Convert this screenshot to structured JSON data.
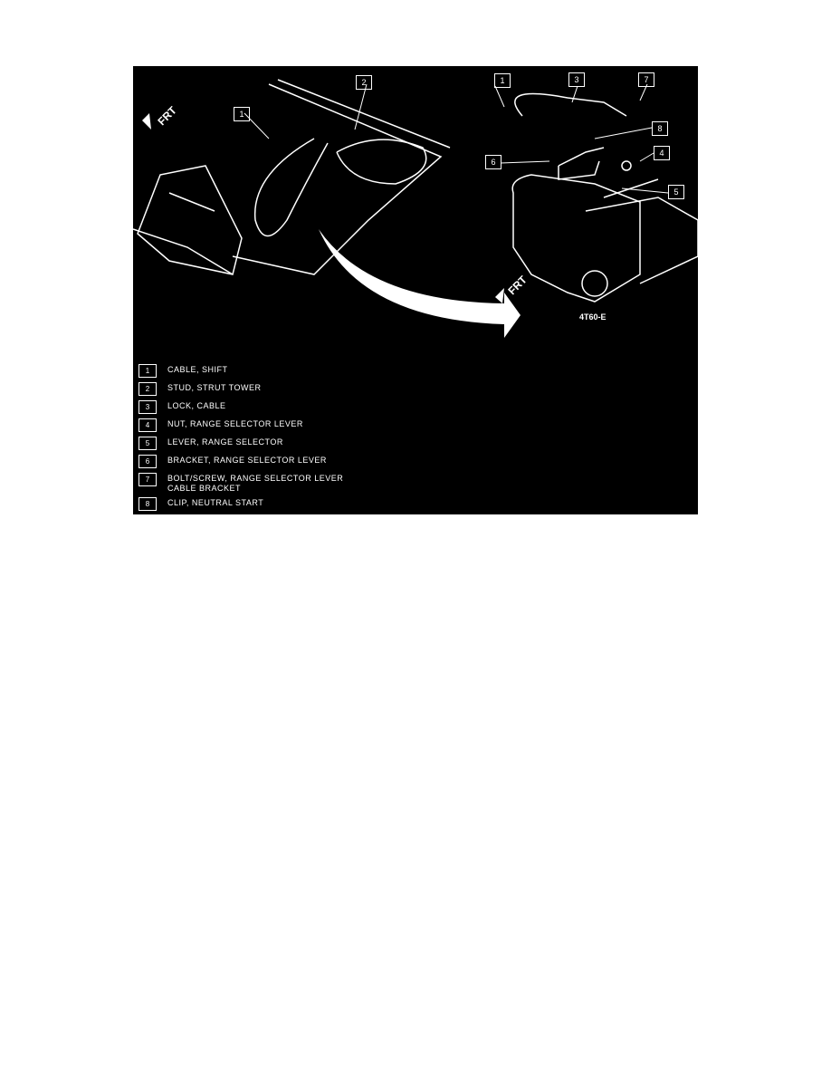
{
  "figure": {
    "left_callouts": [
      "1",
      "2"
    ],
    "right_callouts": [
      "1",
      "3",
      "7",
      "8",
      "6",
      "4",
      "5"
    ],
    "frt_label": "FRT",
    "model_label": "4T60-E",
    "legend": [
      {
        "num": "1",
        "text": "CABLE, SHIFT"
      },
      {
        "num": "2",
        "text": "STUD, STRUT TOWER"
      },
      {
        "num": "3",
        "text": "LOCK, CABLE"
      },
      {
        "num": "4",
        "text": "NUT, RANGE SELECTOR LEVER"
      },
      {
        "num": "5",
        "text": "LEVER, RANGE SELECTOR"
      },
      {
        "num": "6",
        "text": "BRACKET, RANGE SELECTOR LEVER"
      },
      {
        "num": "7",
        "text": "BOLT/SCREW, RANGE SELECTOR LEVER CABLE BRACKET"
      },
      {
        "num": "8",
        "text": "CLIP, NEUTRAL START"
      }
    ]
  }
}
